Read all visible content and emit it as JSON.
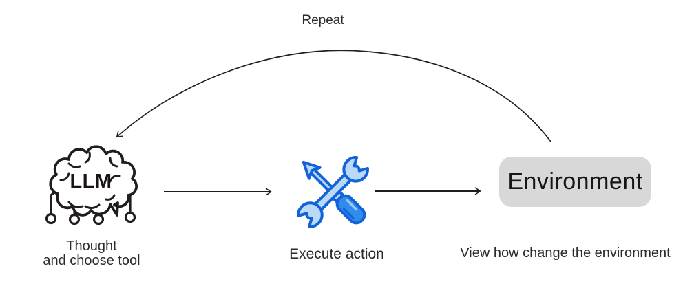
{
  "labels": {
    "repeat": "Repeat",
    "llm_node": "LLM",
    "llm_caption_line1": "Thought",
    "llm_caption_line2": "and choose tool",
    "tools_caption": "Execute action",
    "environment_node": "Environment",
    "environment_caption": "View how change the environment"
  },
  "icons": {
    "llm": "brain-circuit-icon",
    "tools": "crossed-wrench-and-screwdriver-icon"
  },
  "colors": {
    "ink": "#221d1d",
    "text": "#2b2b2b",
    "env_box_bg": "#d8d8d8",
    "tool_outline": "#1263da",
    "tool_fill_light": "#b9d9f6",
    "tool_fill_mid": "#2f8ceb",
    "tool_shine": "#9fc9f4"
  }
}
